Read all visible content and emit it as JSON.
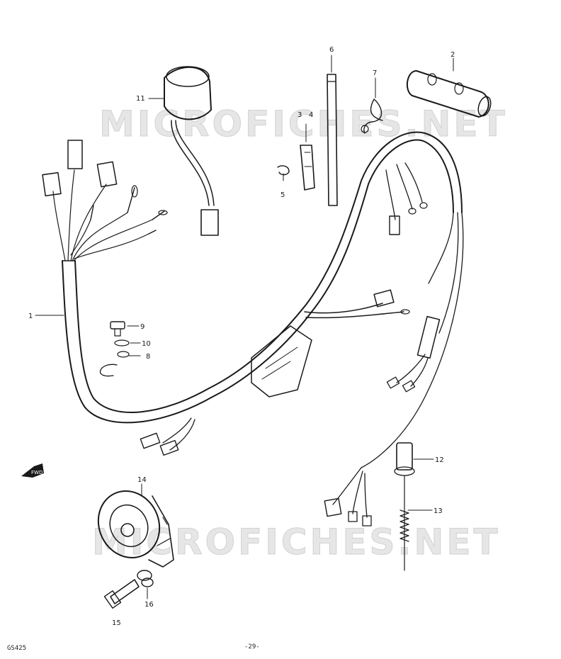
{
  "watermark": "MICROFICHES.NET",
  "callouts": [
    {
      "id": "c1",
      "text": "1"
    },
    {
      "id": "c2",
      "text": "2"
    },
    {
      "id": "c3",
      "text": "3"
    },
    {
      "id": "c4",
      "text": "4"
    },
    {
      "id": "c5",
      "text": "5"
    },
    {
      "id": "c6",
      "text": "6"
    },
    {
      "id": "c7",
      "text": "7"
    },
    {
      "id": "c8",
      "text": "8"
    },
    {
      "id": "c9",
      "text": "9"
    },
    {
      "id": "c10",
      "text": "10"
    },
    {
      "id": "c11",
      "text": "11"
    },
    {
      "id": "c12",
      "text": "12"
    },
    {
      "id": "c13",
      "text": "13"
    },
    {
      "id": "c14",
      "text": "14"
    },
    {
      "id": "c15",
      "text": "15"
    },
    {
      "id": "c16",
      "text": "16"
    }
  ],
  "direction_arrow": "FWD",
  "footer": {
    "left": "GS425",
    "center": "-29-"
  }
}
